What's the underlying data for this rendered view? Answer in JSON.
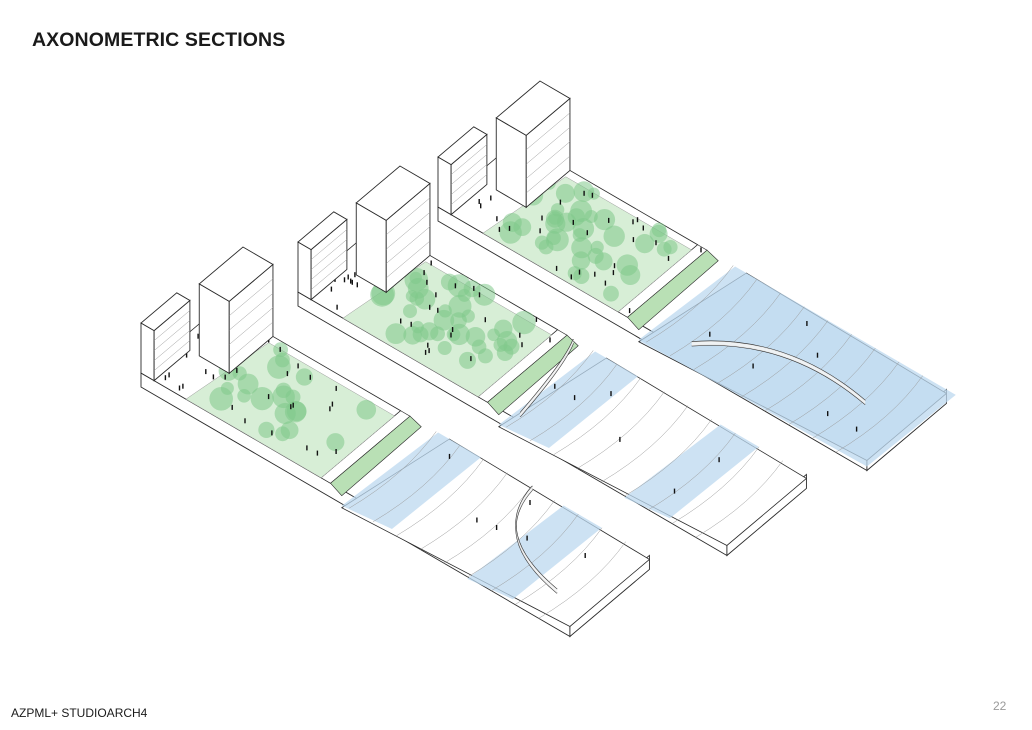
{
  "page": {
    "title": "AXONOMETRIC SECTIONS",
    "footer_credit": "AZPML+ STUDIOARCH4",
    "page_number": "22"
  },
  "colors": {
    "line": "#2a2a2a",
    "thin_line": "#9a9a9a",
    "tree_green": "#7fc98a",
    "lawn_green": "#d7eed6",
    "terrace_green": "#b9e0b5",
    "water_blue": "#bcd8ef",
    "water_light": "#dceaf6",
    "people": "#111111"
  },
  "sections": [
    {
      "id": "section-1",
      "bridge": "curved-footbridge",
      "park": "tree-clusters"
    },
    {
      "id": "section-2",
      "bridge": "arched-footbridge",
      "park": "tree-canopy"
    },
    {
      "id": "section-3",
      "bridge": "floating-footbridge",
      "park": "tree-canopy"
    }
  ]
}
